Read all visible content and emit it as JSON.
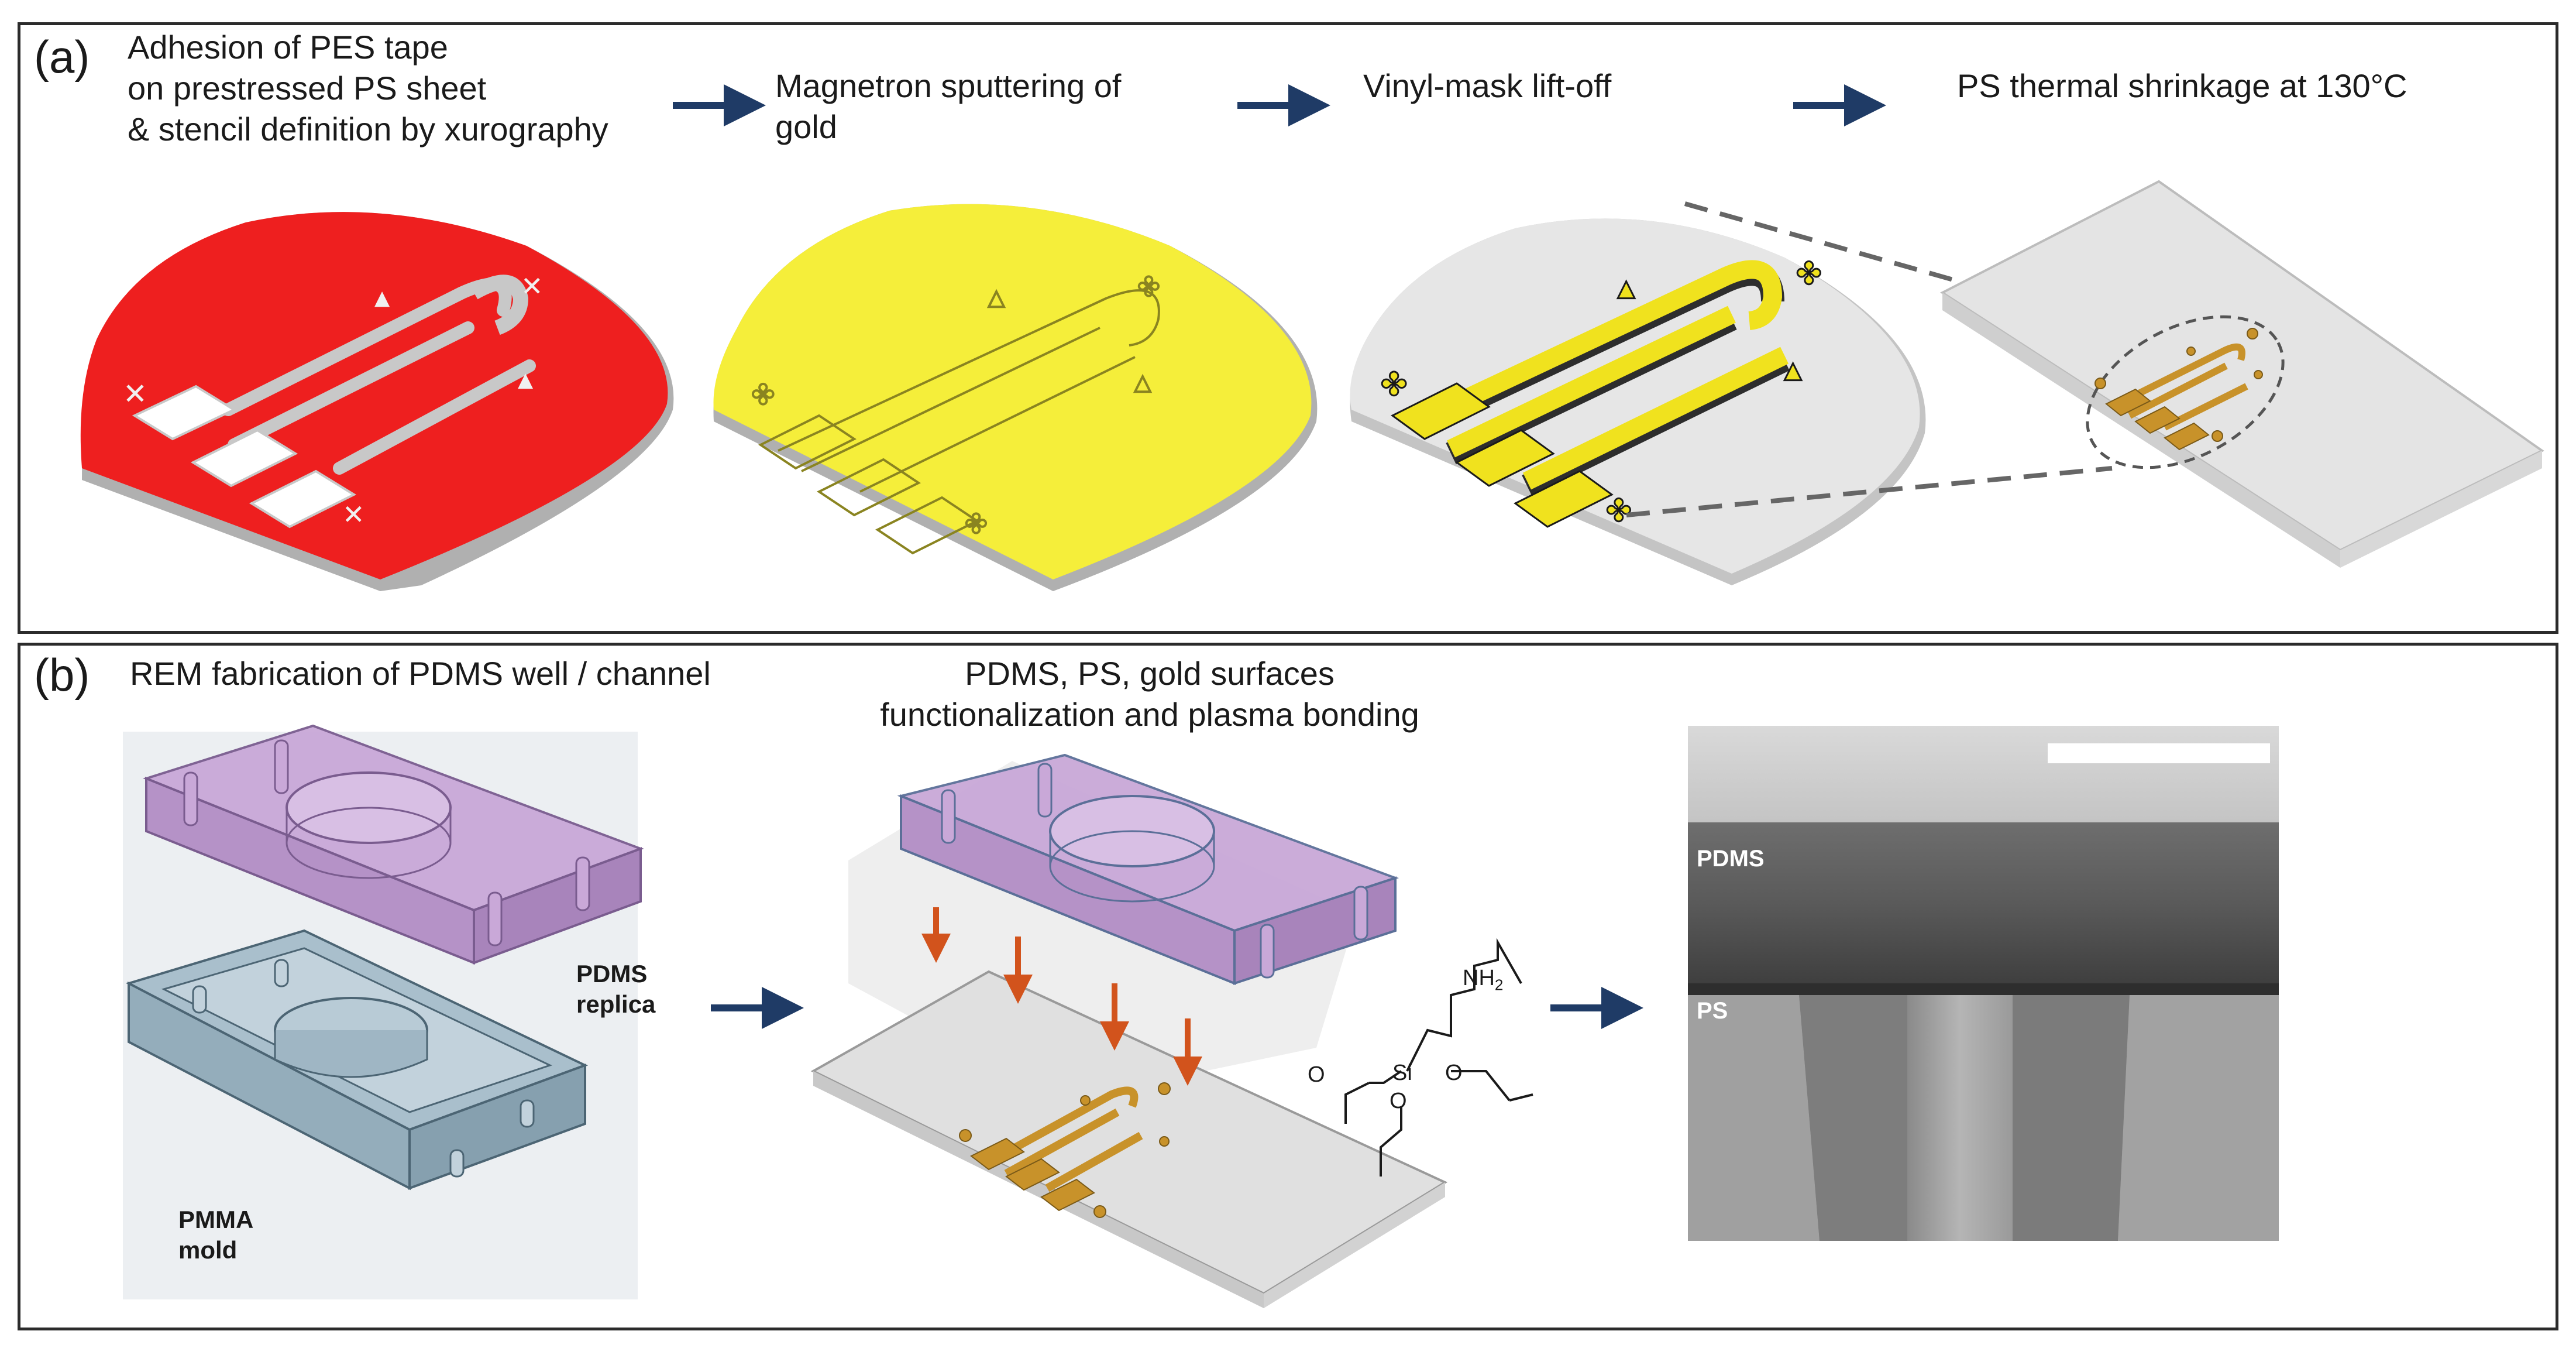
{
  "colors": {
    "arrow": "#1f3b66",
    "mask_red": "#ee1f1f",
    "gold_film": "#f5ee3a",
    "gold_electrode": "#f0e21e",
    "shrunk_gold": "#c8922a",
    "pdms": "#c9a8d8",
    "pmma": "#a9bfcc",
    "down_arrow": "#d2531c",
    "ps_sheet": "#e2e2e2"
  },
  "panel_a": {
    "letter": "(a)",
    "step1": "Adhesion of PES tape\non prestressed PS sheet\n& stencil definition by xurography",
    "step2": "Magnetron sputtering of\ngold",
    "step3": "Vinyl-mask lift-off",
    "step4": "PS thermal shrinkage at 130°C"
  },
  "panel_b": {
    "letter": "(b)",
    "step1": "REM fabrication of PDMS well / channel",
    "step2": "PDMS, PS, gold surfaces\nfunctionalization and plasma bonding",
    "pdms_replica": "PDMS\nreplica",
    "pmma_mold": "PMMA\nmold",
    "sem_pdms": "PDMS",
    "sem_ps": "PS",
    "chem_nh2": "NH",
    "chem_nh2_sub": "2",
    "chem_si": "Si",
    "chem_o1": "O",
    "chem_o2": "O",
    "chem_o3": "O"
  }
}
